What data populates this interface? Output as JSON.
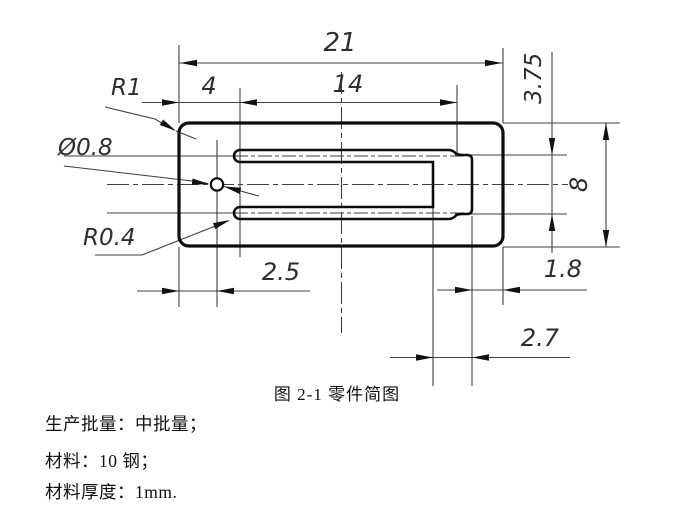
{
  "figure": {
    "caption": "图 2-1  零件简图",
    "labels": {
      "total_width": "21",
      "left_offset": "4",
      "slot_length": "14",
      "step_height": "3.75",
      "total_height": "8",
      "corner_radius": "R1",
      "hole_dia": "Ø0.8",
      "slot_radius": "R0.4",
      "hole_offset": "2.5",
      "right_margin": "1.8",
      "step_width": "2.7"
    }
  },
  "notes": {
    "line1": "生产批量：中批量；",
    "line2": "材料：10 钢；",
    "line3": "材料厚度：1mm."
  }
}
